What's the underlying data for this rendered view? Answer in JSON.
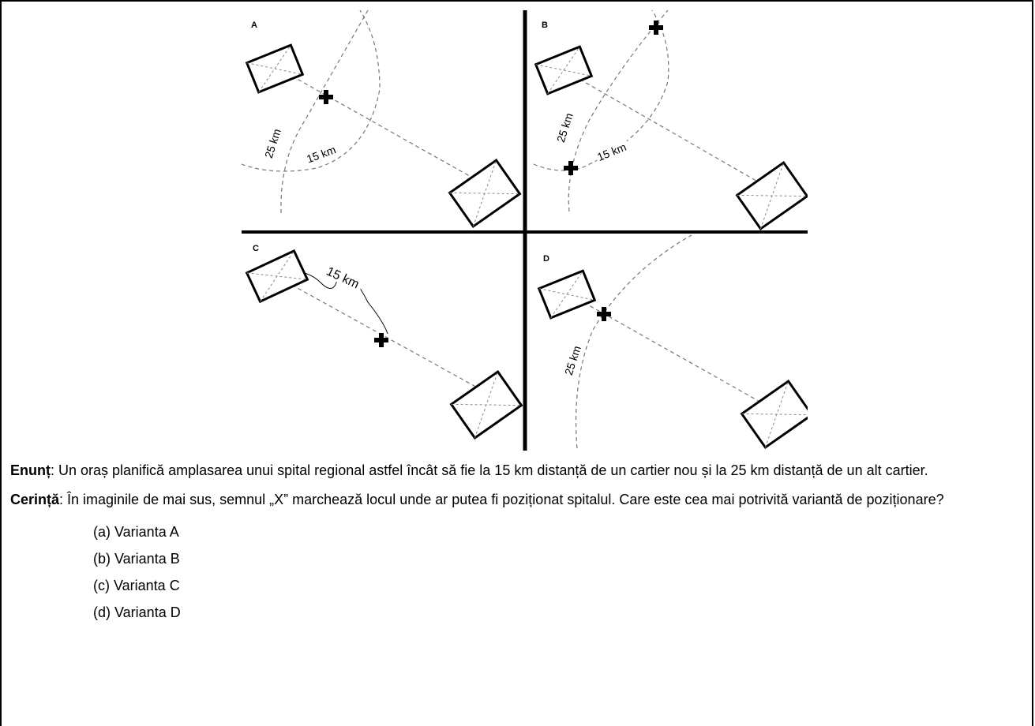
{
  "figure": {
    "panels": [
      {
        "label": "A",
        "markers": 1
      },
      {
        "label": "B",
        "markers": 2
      },
      {
        "label": "C",
        "markers": 1
      },
      {
        "label": "D",
        "markers": 1
      }
    ],
    "distance_labels": {
      "a_25": "25 km",
      "a_15": "15 km",
      "b_25": "25 km",
      "b_15": "15 km",
      "c_15": "15 km",
      "d_25": "25 km"
    }
  },
  "statement": {
    "label": "Enunț",
    "text": ": Un oraș planifică amplasarea unui spital regional astfel încât să fie la 15 km distanță de un cartier nou și la 25 km distanță de un alt cartier."
  },
  "requirement": {
    "label": "Cerință",
    "text": ": În imaginile de mai sus, semnul „X” marchează locul unde ar putea fi poziționat spitalul. Care este cea mai potrivită variantă de poziționare?"
  },
  "options": [
    "(a) Varianta A",
    "(b) Varianta B",
    "(c) Varianta C",
    "(d) Varianta D"
  ]
}
